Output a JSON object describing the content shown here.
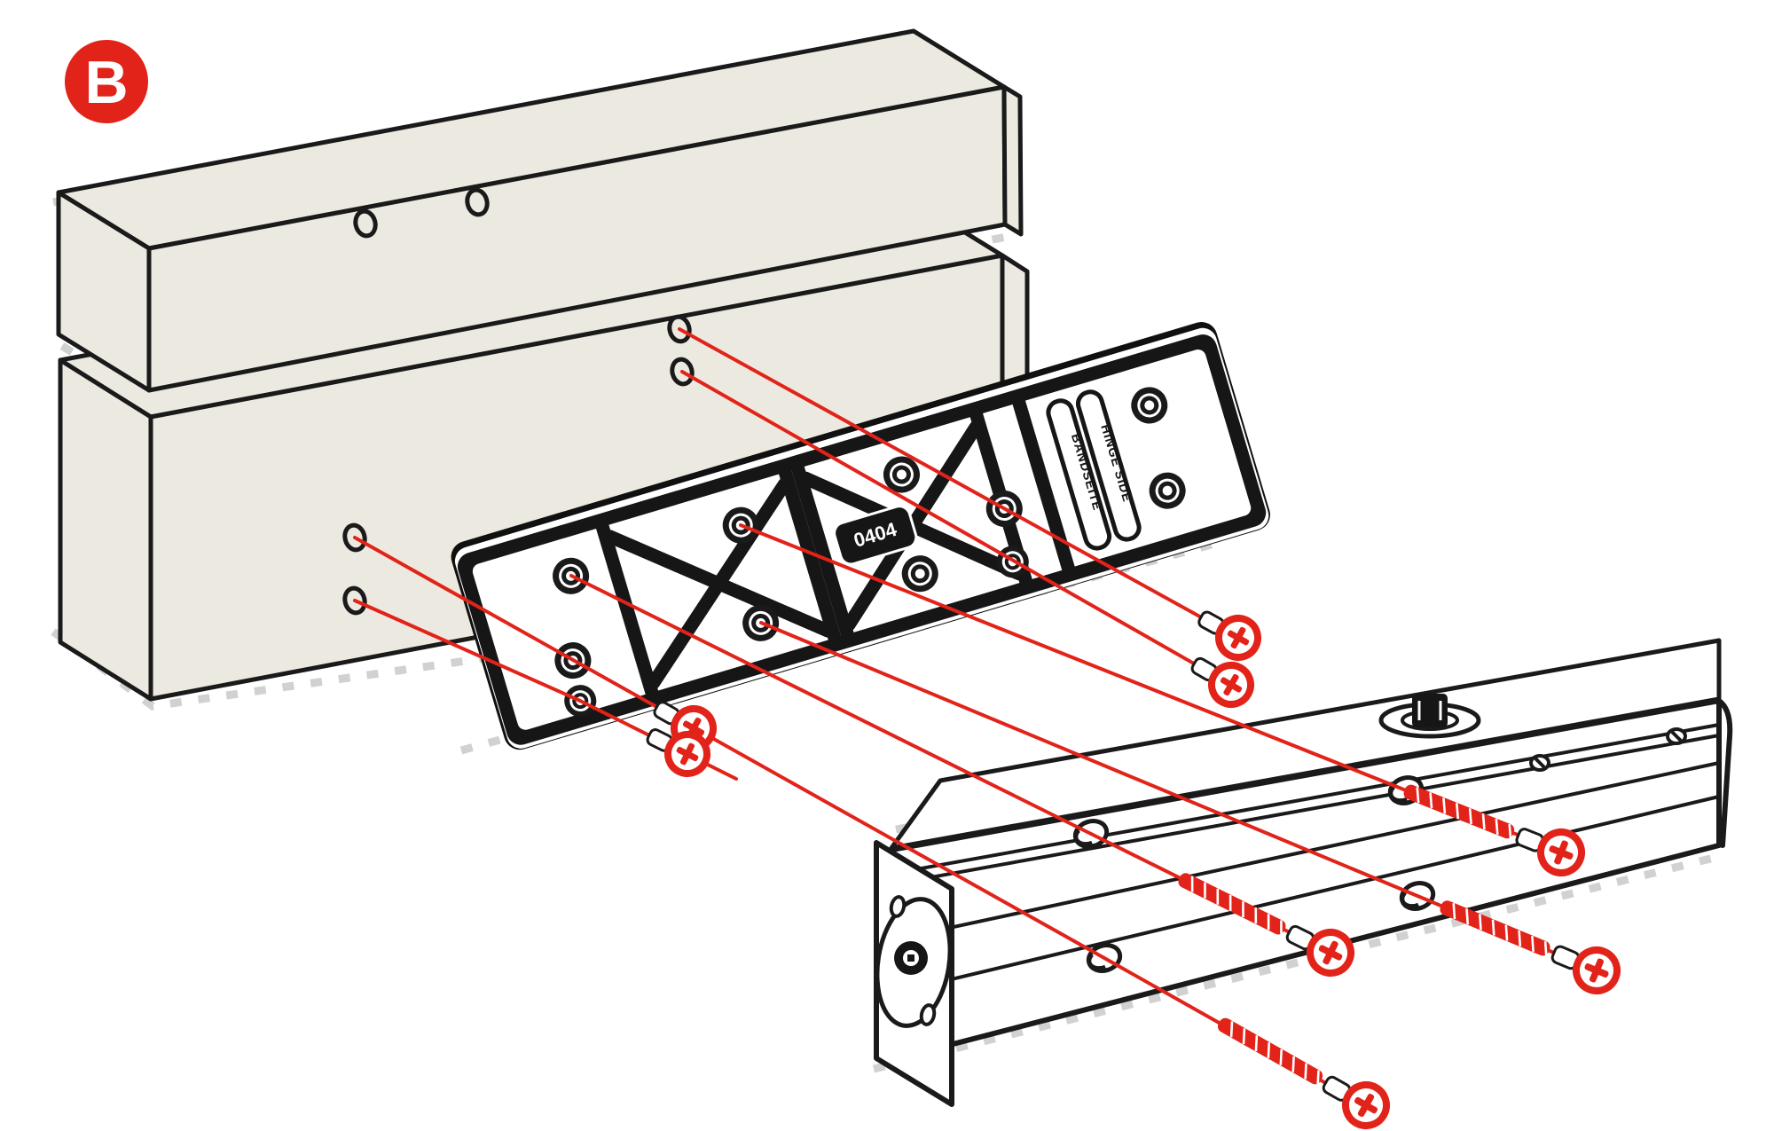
{
  "badge": {
    "label": "B"
  },
  "colors": {
    "accent": "#E2231A",
    "outline": "#1A1A1A",
    "surface": "#ECEAE0",
    "plate": "#161616",
    "background": "#FFFFFF"
  },
  "plate": {
    "stamp": "0404",
    "marking_primary": "BANDSEITE",
    "marking_secondary": "HINGE SIDE"
  },
  "fasteners": {
    "plate_screw_count": 4,
    "body_screw_count": 4,
    "drive_icon": "phillips-cross-icon"
  },
  "pilot_holes": {
    "lintel_count": 2,
    "door_leaf_count": 4
  }
}
